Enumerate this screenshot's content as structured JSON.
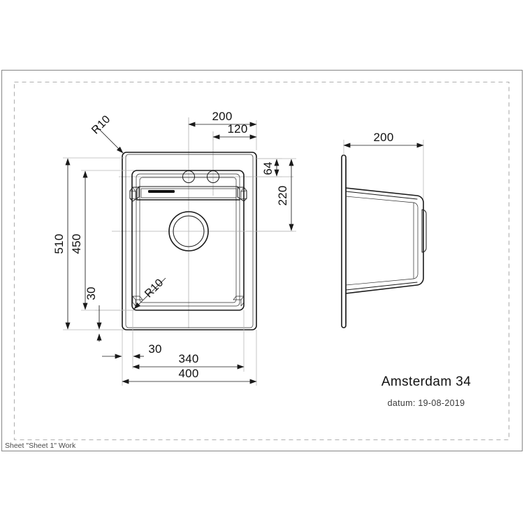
{
  "sheet": {
    "background_color": "#ffffff",
    "border_color": "#8c8c8c",
    "dashed_frame_color": "#b0b0b0",
    "line_color": "#1a1a1a",
    "dimension_color": "#1a1a1a",
    "extension_line_color": "#b9b9b9",
    "centerline_color": "#b3b3b3"
  },
  "title_block": {
    "product_name": "Amsterdam 34",
    "date_label": "datum: 19-08-2019"
  },
  "footer": {
    "sheet_reference": "Sheet \"Sheet 1\" Work"
  },
  "views": {
    "top": {
      "name": "top-view",
      "dimensions": {
        "overall_width": "400",
        "bowl_width": "340",
        "left_offset": "30",
        "overall_height": "510",
        "bowl_height": "450",
        "bottom_offset": "30",
        "tap_center_from_right": "200",
        "second_tap_from_right": "120",
        "tap_from_top": "64",
        "drain_from_top": "220"
      },
      "radii": [
        {
          "label": "R10",
          "position": "outer-top-left"
        },
        {
          "label": "R10",
          "position": "inner-bottom-left"
        }
      ]
    },
    "side": {
      "name": "side-view",
      "dimensions": {
        "depth": "200"
      }
    }
  },
  "dimension_list": [
    {
      "id": "dim-200-top",
      "value": "200"
    },
    {
      "id": "dim-120-top",
      "value": "120"
    },
    {
      "id": "dim-64-right",
      "value": "64"
    },
    {
      "id": "dim-220-right",
      "value": "220"
    },
    {
      "id": "dim-510-left",
      "value": "510"
    },
    {
      "id": "dim-450-left",
      "value": "450"
    },
    {
      "id": "dim-30-left",
      "value": "30"
    },
    {
      "id": "dim-30-bottom",
      "value": "30"
    },
    {
      "id": "dim-340-bottom",
      "value": "340"
    },
    {
      "id": "dim-400-bottom",
      "value": "400"
    },
    {
      "id": "dim-200-side",
      "value": "200"
    },
    {
      "id": "radius-top-left",
      "value": "R10"
    },
    {
      "id": "radius-bottom-left",
      "value": "R10"
    }
  ]
}
